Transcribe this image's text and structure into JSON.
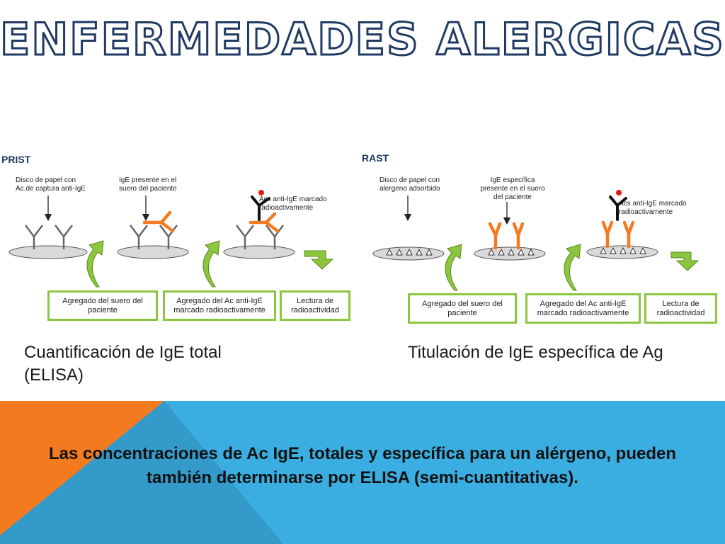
{
  "title": "ENFERMEDADES ALERGICAS",
  "prist": {
    "heading": "PRIST",
    "label_disk": "Disco de papel con Ac.de  captura anti-IgE",
    "label_ige": "IgE presente en el suero del paciente",
    "label_acs": "Acs anti-IgE marcado radioactivamente",
    "step1": "Agregado del suero del paciente",
    "step2": "Agregado del Ac anti-IgE marcado radioactivamente",
    "step3": "Lectura de radioactividad",
    "caption": "Cuantificación de IgE total (ELISA)"
  },
  "rast": {
    "heading": "RAST",
    "label_disk": "Disco de papel con alergeno adsorbido",
    "label_ige": "IgE específica presente en el suero del paciente",
    "label_acs": "Acs anti-IgE marcado radioactivamente",
    "step1": "Agregado del suero del paciente",
    "step2": "Agregado del Ac anti-IgE marcado radioactivamente",
    "step3": "Lectura de radioactividad",
    "caption": "Titulación de IgE específica de Ag"
  },
  "footer_text": "Las concentraciones de Ac IgE, totales y específica para un alérgeno, pueden también determinarse por ELISA (semi-cuantitativas).",
  "colors": {
    "title_outline": "#1f3a63",
    "orange": "#f47a20",
    "green": "#8cc63f",
    "blue": "#3aaee0"
  }
}
